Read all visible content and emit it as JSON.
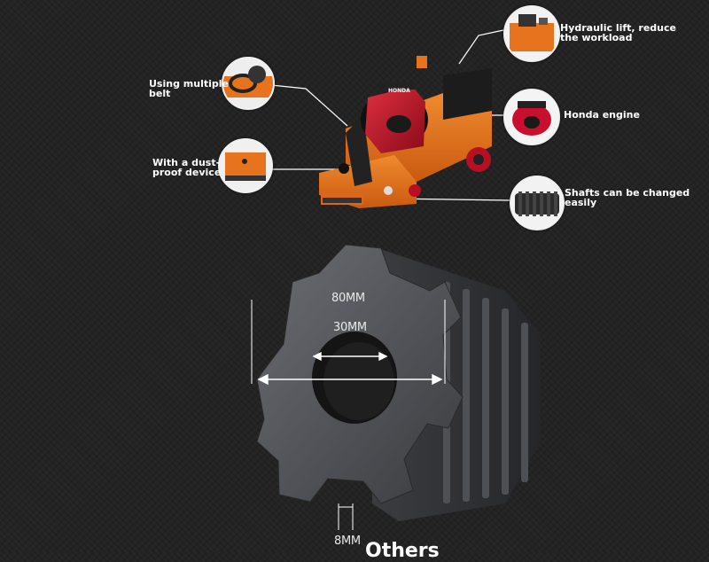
{
  "callouts": {
    "hydraulic_lift": "Hydraulic lift, reduce\nthe workload",
    "multiple_belt": "Using multiple\nbelt",
    "honda_engine": "Honda engine",
    "dust_proof": "With a dust-\nproof device",
    "shafts": "Shafts can be changed\neasily"
  },
  "engine_brand": "HONDA",
  "dimensions": {
    "outer": "80MM",
    "inner": "30MM",
    "thickness": "8MM"
  },
  "bottom_heading": "Others",
  "colors": {
    "background": "#232323",
    "machine_orange": "#e8731e",
    "engine_red": "#c8102e",
    "cutter_gray": "#55585c"
  }
}
